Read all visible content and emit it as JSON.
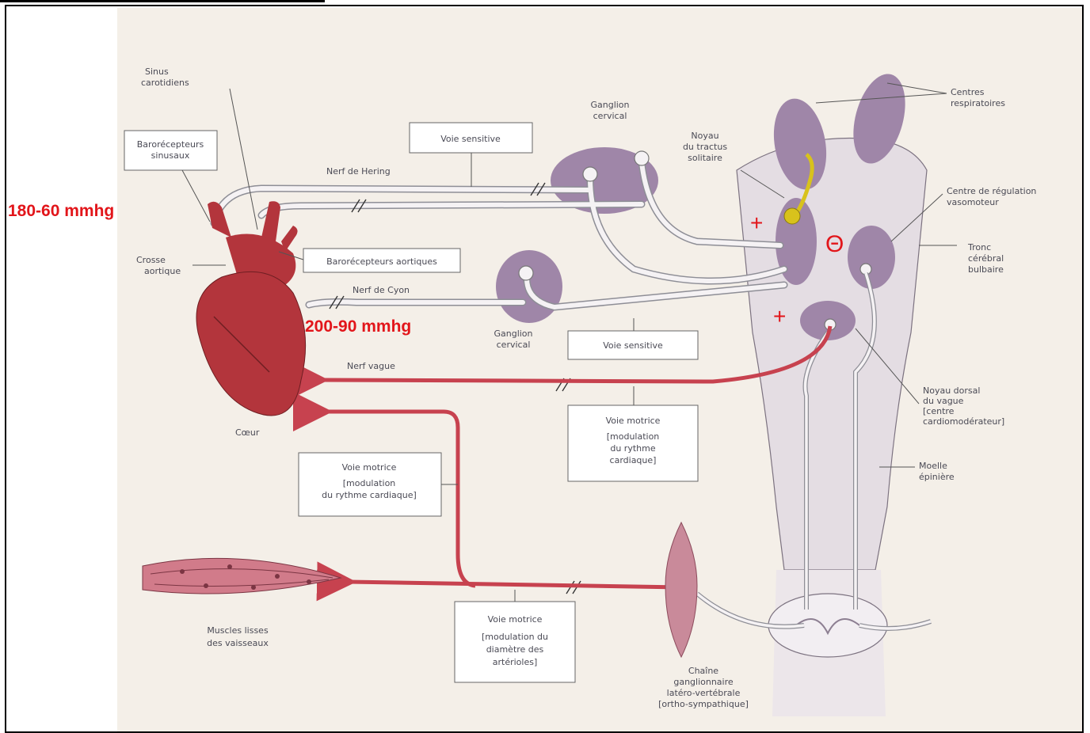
{
  "labels": {
    "sinus_carotidiens": [
      "Sinus",
      "carotidiens"
    ],
    "barorecepteurs_sinusaux": [
      "Barorécepteurs",
      "sinusaux"
    ],
    "voie_sensitive_top": "Voie sensitive",
    "nerf_hering": "Nerf de Hering",
    "ganglion_cervical_top": [
      "Ganglion",
      "cervical"
    ],
    "noyau_tractus": [
      "Noyau",
      "du tractus",
      "solitaire"
    ],
    "centres_respiratoires": [
      "Centres",
      "respiratoires"
    ],
    "centre_regulation": [
      "Centre de régulation",
      "vasomoteur"
    ],
    "tronc_cerebral": [
      "Tronc",
      "cérébral",
      "bulbaire"
    ],
    "crosse_aortique": [
      "Crosse",
      "aortique"
    ],
    "barorecepteurs_aortiques": "Barorécepteurs aortiques",
    "nerf_cyon": "Nerf de Cyon",
    "ganglion_cervical_bottom": [
      "Ganglion",
      "cervical"
    ],
    "voie_sensitive_bottom": "Voie sensitive",
    "nerf_vague": "Nerf vague",
    "coeur": "Cœur",
    "noyau_dorsal": [
      "Noyau dorsal",
      "du vague",
      "[centre",
      "cardiomodérateur]"
    ],
    "voie_motrice_right": [
      "Voie motrice",
      "[modulation",
      "du rythme",
      "cardiaque]"
    ],
    "voie_motrice_left": [
      "Voie motrice",
      "[modulation",
      "du rythme cardiaque]"
    ],
    "moelle_epiniere": [
      "Moelle",
      "épinière"
    ],
    "muscles_lisses": [
      "Muscles lisses",
      "des vaisseaux"
    ],
    "voie_motrice_bottom": [
      "Voie motrice",
      "[modulation du",
      "diamètre des",
      "artérioles]"
    ],
    "chaine_ganglionnaire": [
      "Chaîne",
      "ganglionnaire",
      "latéro-vertébrale",
      "[ortho-sympathique]"
    ]
  },
  "annotations": {
    "pressure_carotid": "180-60 mmhg",
    "pressure_aortic": "200-90 mmhg",
    "plus_top": "+",
    "plus_bottom": "+",
    "minus": "Θ"
  },
  "colors": {
    "annotation_red": "#e2151a",
    "nerve_red": "#c7424f",
    "nucleus_purple": "#9f86a8",
    "heart_red": "#b3353c",
    "yellow_neuron": "#d8c21c"
  }
}
